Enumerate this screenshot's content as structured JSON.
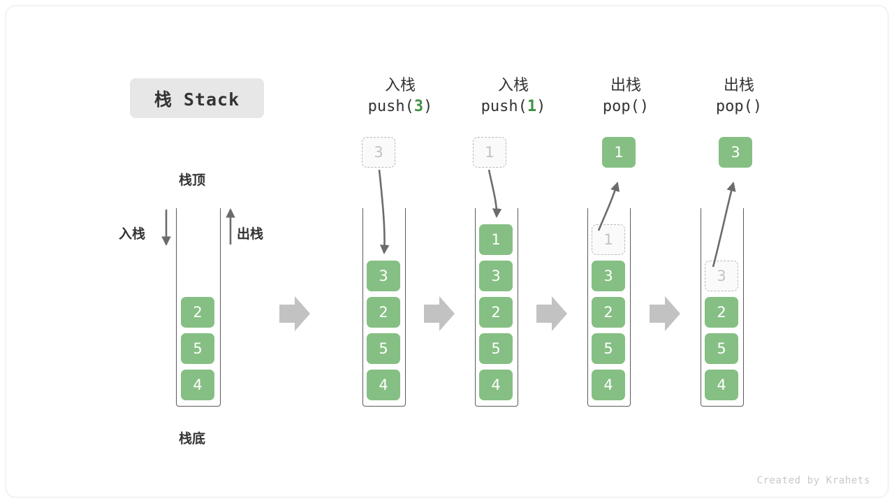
{
  "title": {
    "label": "栈 Stack"
  },
  "credit": "Created by Krahets",
  "labels": {
    "top": "栈顶",
    "bottom": "栈底",
    "push_side": "入栈",
    "pop_side": "出栈"
  },
  "colors": {
    "cell_fill": "#85bf83",
    "cell_text": "#ffffff",
    "ghost_fill": "#fafafa",
    "ghost_border": "#b9b9b9",
    "ghost_text": "#c2c2c2",
    "accent_green": "#3f9142",
    "arrow_gray": "#6b6b6b",
    "step_arrow_gray": "#c2c2c2",
    "badge_bg": "#e7e7e7",
    "wall": "#5a5a5a"
  },
  "columns": [
    {
      "id": "initial",
      "heading_cn": "",
      "heading_code": "",
      "stack": [
        "2",
        "5",
        "4"
      ],
      "floating": null,
      "ghost_in_stack": null
    },
    {
      "id": "push-3",
      "heading_cn": "入栈",
      "heading_code_prefix": "push(",
      "heading_arg": "3",
      "heading_code_suffix": ")",
      "stack": [
        "3",
        "2",
        "5",
        "4"
      ],
      "floating": {
        "value": "3",
        "style": "ghost"
      },
      "ghost_in_stack": null
    },
    {
      "id": "push-1",
      "heading_cn": "入栈",
      "heading_code_prefix": "push(",
      "heading_arg": "1",
      "heading_code_suffix": ")",
      "stack": [
        "1",
        "3",
        "2",
        "5",
        "4"
      ],
      "floating": {
        "value": "1",
        "style": "ghost"
      },
      "ghost_in_stack": null
    },
    {
      "id": "pop-1",
      "heading_cn": "出栈",
      "heading_code_prefix": "pop(",
      "heading_arg": "",
      "heading_code_suffix": ")",
      "stack": [
        "3",
        "2",
        "5",
        "4"
      ],
      "floating": {
        "value": "1",
        "style": "solid"
      },
      "ghost_in_stack": {
        "value": "1"
      }
    },
    {
      "id": "pop-2",
      "heading_cn": "出栈",
      "heading_code_prefix": "pop(",
      "heading_arg": "",
      "heading_code_suffix": ")",
      "stack": [
        "2",
        "5",
        "4"
      ],
      "floating": {
        "value": "3",
        "style": "solid"
      },
      "ghost_in_stack": {
        "value": "3"
      }
    }
  ],
  "cells": {
    "c0_0": "2",
    "c0_1": "5",
    "c0_2": "4",
    "c1_0": "3",
    "c1_1": "2",
    "c1_2": "5",
    "c1_3": "4",
    "c2_0": "1",
    "c2_1": "3",
    "c2_2": "2",
    "c2_3": "5",
    "c2_4": "4",
    "c3_ghost": "1",
    "c3_0": "3",
    "c3_1": "2",
    "c3_2": "5",
    "c3_3": "4",
    "c4_ghost": "3",
    "c4_0": "2",
    "c4_1": "5",
    "c4_2": "4",
    "f1": "3",
    "f2": "1",
    "f3": "1",
    "f4": "3"
  },
  "headings": {
    "h1_cn": "入栈",
    "h1_pre": "push(",
    "h1_arg": "3",
    "h1_post": ")",
    "h2_cn": "入栈",
    "h2_pre": "push(",
    "h2_arg": "1",
    "h2_post": ")",
    "h3_cn": "出栈",
    "h3_pre": "pop(",
    "h3_arg": "",
    "h3_post": ")",
    "h4_cn": "出栈",
    "h4_pre": "pop(",
    "h4_arg": "",
    "h4_post": ")"
  }
}
